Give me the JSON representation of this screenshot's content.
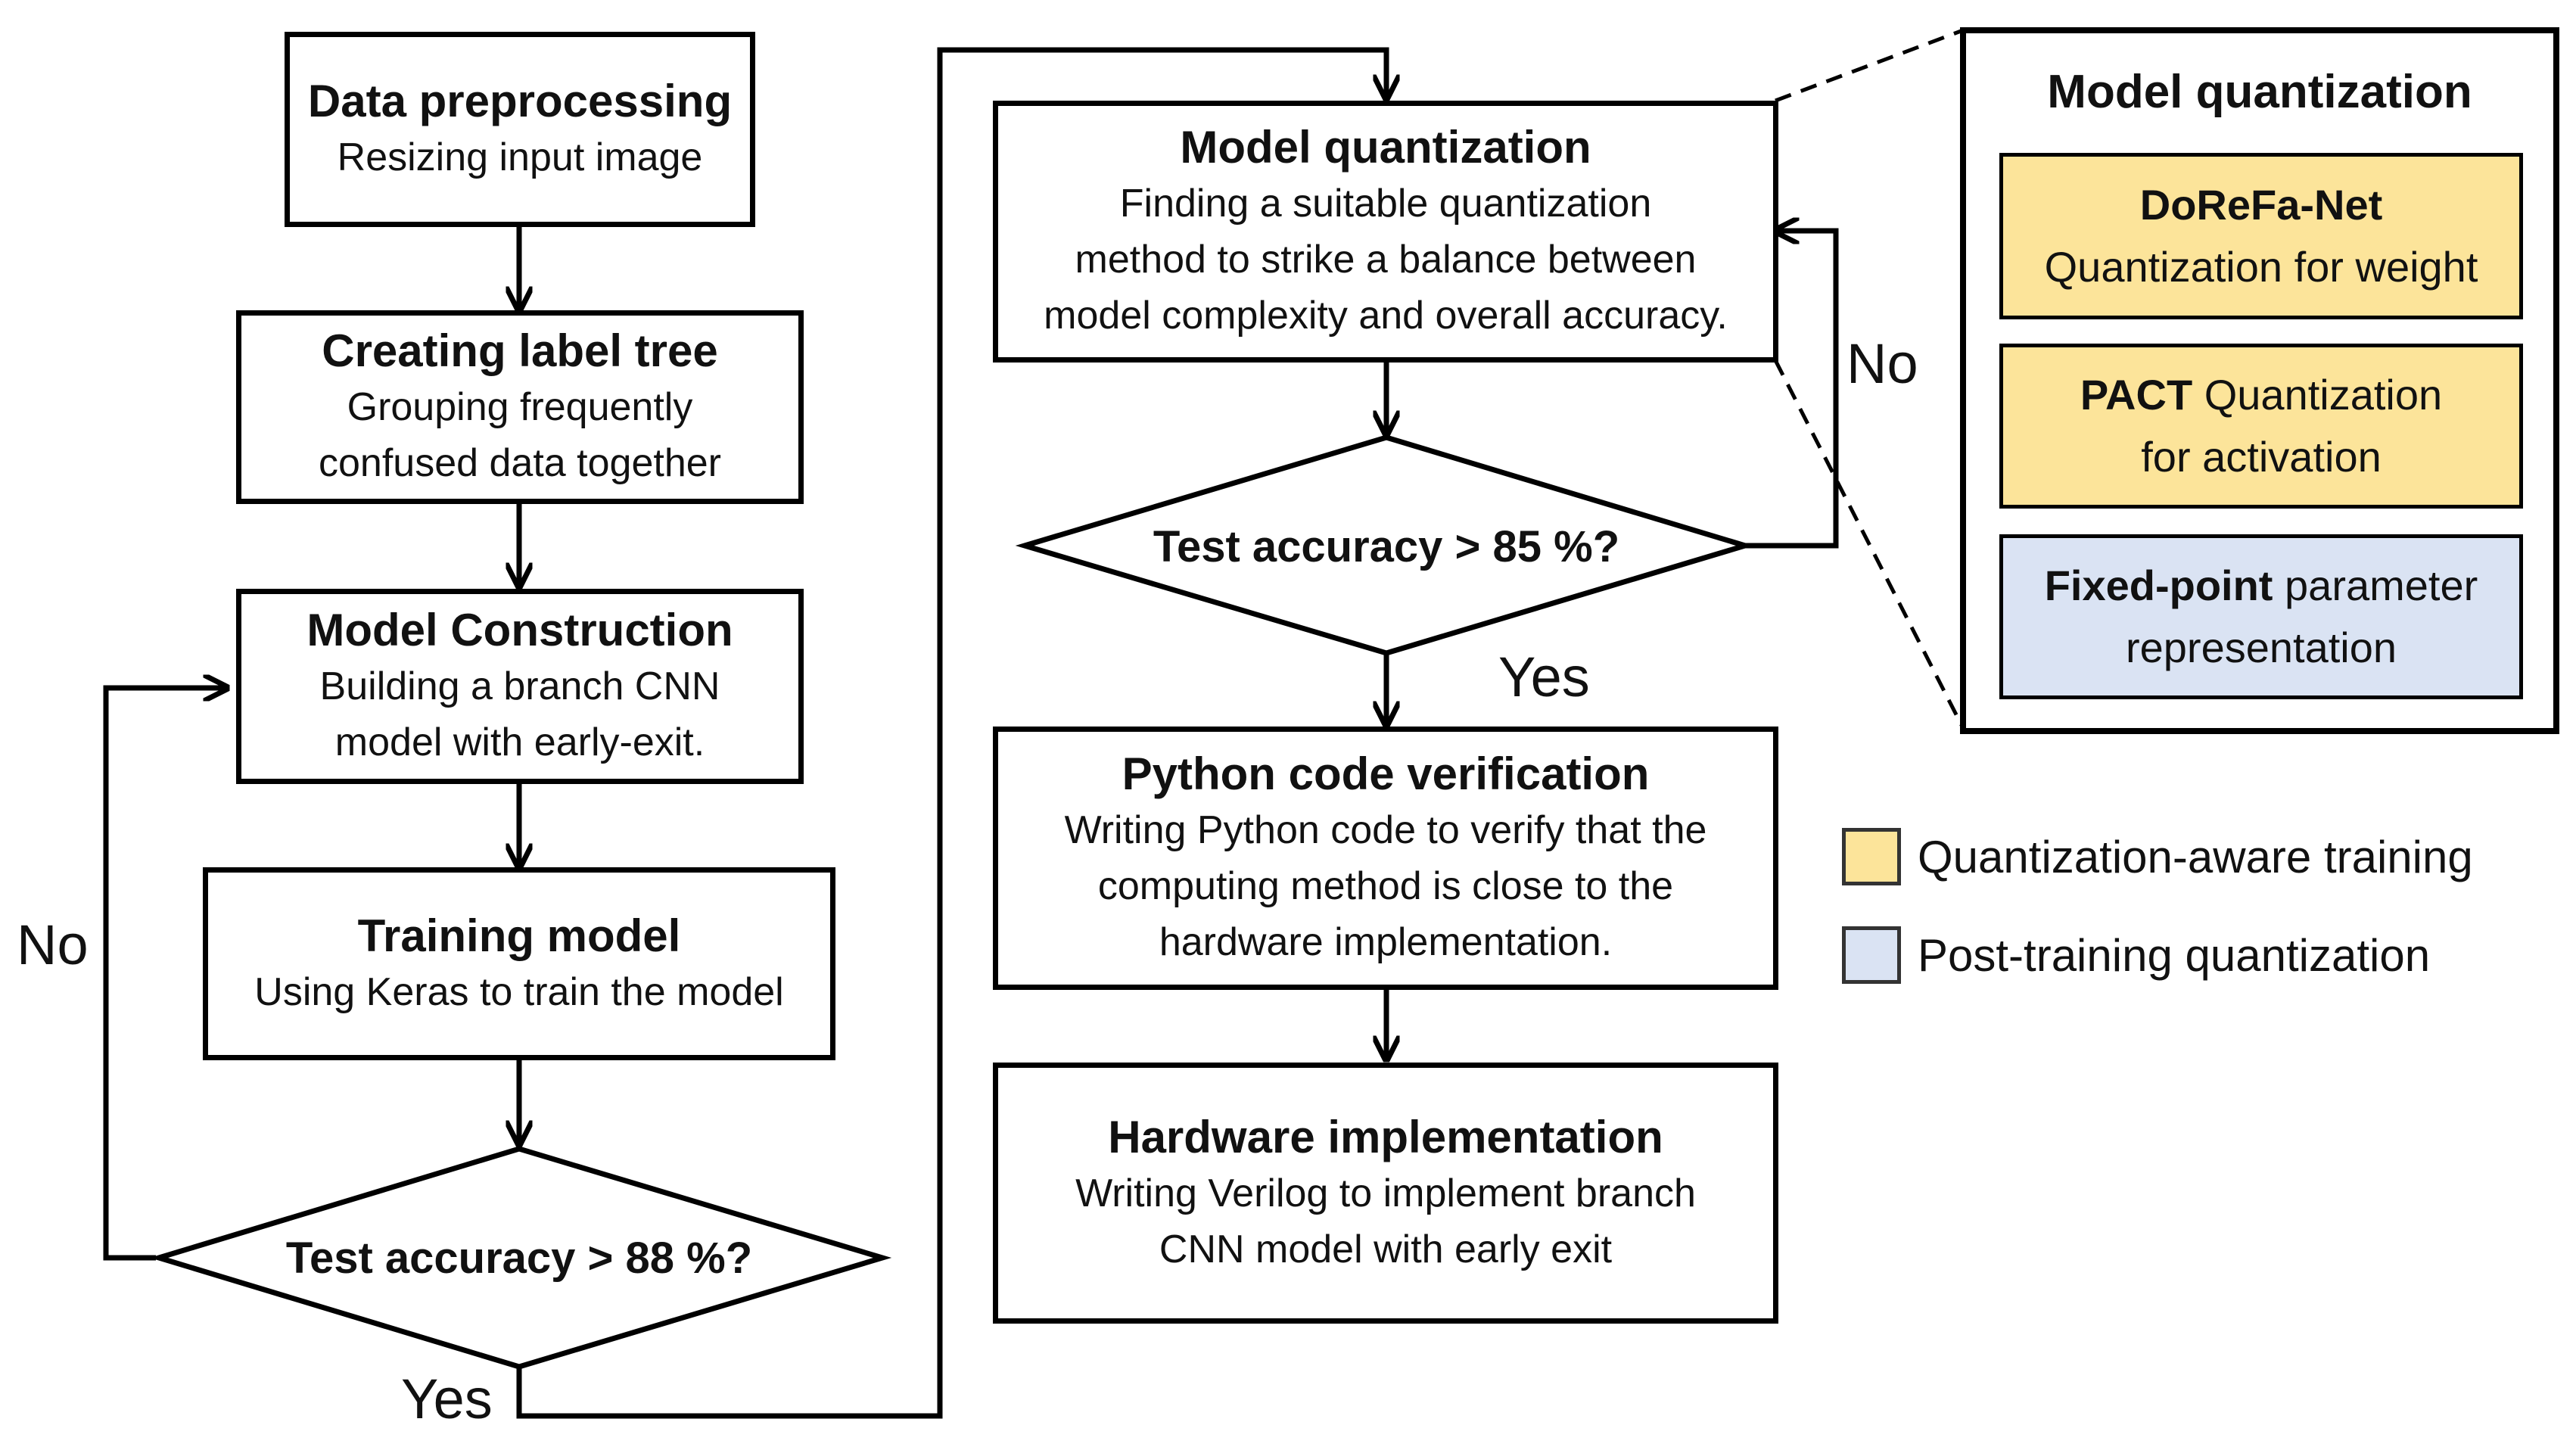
{
  "left_flow": {
    "data_preprocessing": {
      "title": "Data preprocessing",
      "desc": "Resizing input image"
    },
    "label_tree": {
      "title": "Creating label tree",
      "desc_line1": "Grouping frequently",
      "desc_line2": "confused data together"
    },
    "model_construction": {
      "title": "Model Construction",
      "desc_line1": "Building a branch CNN",
      "desc_line2": "model with early-exit."
    },
    "training_model": {
      "title": "Training model",
      "desc": "Using Keras to train the model"
    },
    "decision": {
      "text": "Test accuracy > 88 %?",
      "no_label": "No",
      "yes_label": "Yes"
    }
  },
  "right_flow": {
    "model_quantization": {
      "title": "Model quantization",
      "desc_line1": "Finding a suitable quantization",
      "desc_line2": "method to strike a balance between",
      "desc_line3": "model complexity and overall accuracy."
    },
    "decision": {
      "text": "Test accuracy > 85 %?",
      "no_label": "No",
      "yes_label": "Yes"
    },
    "python_verification": {
      "title": "Python code verification",
      "desc_line1": "Writing Python code to verify that the",
      "desc_line2": "computing method is close to the",
      "desc_line3": "hardware implementation."
    },
    "hardware_implementation": {
      "title": "Hardware implementation",
      "desc_line1": "Writing Verilog to implement branch",
      "desc_line2": "CNN model with early exit"
    }
  },
  "detail_panel": {
    "title": "Model quantization",
    "dorefa": {
      "bold": "DoReFa-Net",
      "rest": "Quantization for weight"
    },
    "pact": {
      "bold": "PACT",
      "rest_line1": " Quantization",
      "rest_line2": "for activation"
    },
    "fixed_point": {
      "bold": "Fixed-point",
      "rest_line1": " parameter",
      "rest_line2": "representation"
    }
  },
  "legend": {
    "qat": "Quantization-aware training",
    "ptq": "Post-training quantization"
  },
  "colors": {
    "qat_fill": "#FCE49A",
    "ptq_fill": "#DAE3F3",
    "stroke": "#000000"
  }
}
